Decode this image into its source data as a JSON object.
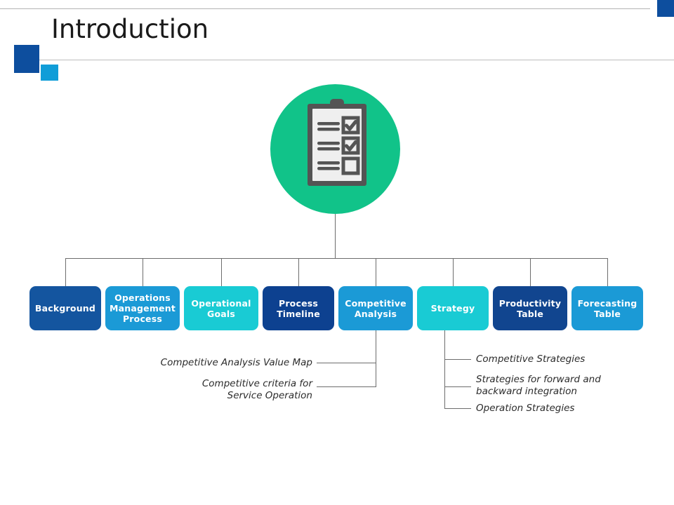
{
  "slide": {
    "title": "Introduction",
    "background_color": "#ffffff"
  },
  "decor": {
    "top_right_square_color": "#0d4e9e",
    "accent_square_dark_color": "#0d4e9e",
    "accent_square_cyan_color": "#109dd8",
    "rule_color": "#bdbdbd"
  },
  "hero": {
    "icon_name": "clipboard-checklist-icon",
    "circle_color": "#11c389",
    "icon_color": "#545454",
    "checked_items": 2,
    "total_items": 3
  },
  "colors": {
    "navy": "#0d4e9e",
    "dark_navy": "#134a96",
    "blue": "#1b9ad6",
    "cyan": "#19cbd4",
    "connector": "#6d6d6d"
  },
  "nodes": [
    {
      "id": "background",
      "label": "Background",
      "color": "#14559f"
    },
    {
      "id": "operations-management",
      "label": "Operations\nManagement\nProcess",
      "color": "#1b9ad6"
    },
    {
      "id": "operational-goals",
      "label": "Operational\nGoals",
      "color": "#19cbd4"
    },
    {
      "id": "process-timeline",
      "label": "Process\nTimeline",
      "color": "#0d4190"
    },
    {
      "id": "competitive-analysis",
      "label": "Competitive\nAnalysis",
      "color": "#1b9ad6"
    },
    {
      "id": "strategy",
      "label": "Strategy",
      "color": "#19cbd4"
    },
    {
      "id": "productivity-table",
      "label": "Productivity\nTable",
      "color": "#11458f"
    },
    {
      "id": "forecasting-table",
      "label": "Forecasting\nTable",
      "color": "#1b9ad6"
    }
  ],
  "annotations": {
    "left": [
      {
        "text": "Competitive Analysis Value Map"
      },
      {
        "text": "Competitive criteria for\nService Operation"
      }
    ],
    "right": [
      {
        "text": "Competitive Strategies"
      },
      {
        "text": "Strategies for forward and\nbackward integration"
      },
      {
        "text": "Operation Strategies"
      }
    ]
  }
}
